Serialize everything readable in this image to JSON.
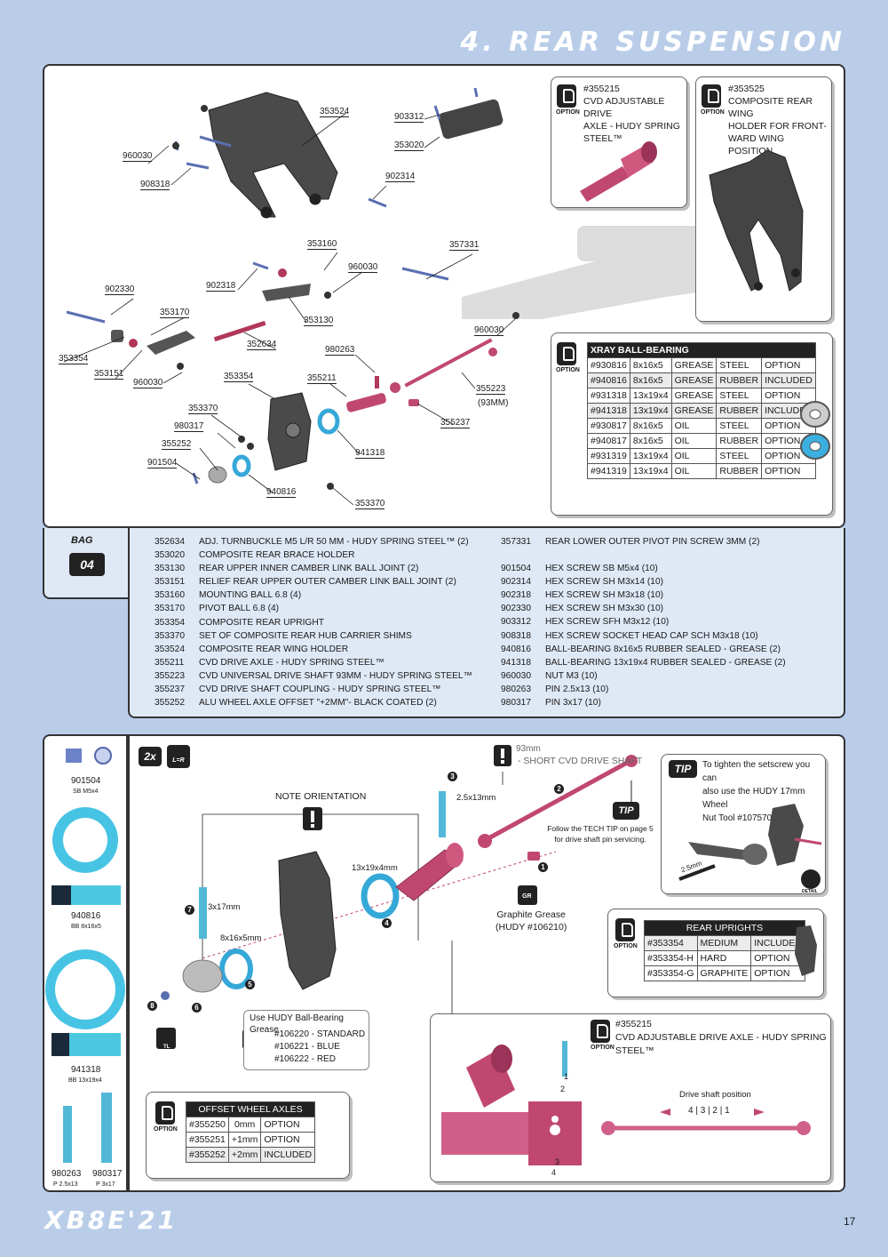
{
  "header": {
    "title": "4. REAR SUSPENSION"
  },
  "diagram_labels": {
    "l353524": "353524",
    "l903312": "903312",
    "l353020": "353020",
    "l960030a": "960030",
    "l908318": "908318",
    "l902314": "902314",
    "l353160": "353160",
    "l357331": "357331",
    "l960030b": "960030",
    "l902318": "902318",
    "l902330": "902330",
    "l353170": "353170",
    "l353130": "353130",
    "l960030c": "960030",
    "l352634": "352634",
    "l353354a": "353354",
    "l980263": "980263",
    "l353151": "353151",
    "l960030d": "960030",
    "l353354b": "353354",
    "l355211": "355211",
    "l355223": "355223",
    "l93mm": "(93MM)",
    "l353370a": "353370",
    "l355237": "355237",
    "l980317": "980317",
    "l355252": "355252",
    "l941318": "941318",
    "l901504": "901504",
    "l940816": "940816",
    "l353370b": "353370"
  },
  "option_355215": {
    "code": "#355215",
    "desc": [
      "CVD ADJUSTABLE DRIVE",
      "AXLE  - HUDY SPRING",
      "STEEL™"
    ],
    "tag": "OPTION"
  },
  "option_353525": {
    "code": "#353525",
    "desc": [
      "COMPOSITE REAR WING",
      "HOLDER FOR FRONT-",
      "WARD WING POSITION"
    ],
    "tag": "OPTION"
  },
  "bearing_table": {
    "tag": "OPTION",
    "title": "XRAY BALL-BEARING",
    "rows": [
      [
        "#930816",
        "8x16x5",
        "GREASE",
        "STEEL",
        "OPTION"
      ],
      [
        "#940816",
        "8x16x5",
        "GREASE",
        "RUBBER",
        "INCLUDED"
      ],
      [
        "#931318",
        "13x19x4",
        "GREASE",
        "STEEL",
        "OPTION"
      ],
      [
        "#941318",
        "13x19x4",
        "GREASE",
        "RUBBER",
        "INCLUDED"
      ],
      [
        "#930817",
        "8x16x5",
        "OIL",
        "STEEL",
        "OPTION"
      ],
      [
        "#940817",
        "8x16x5",
        "OIL",
        "RUBBER",
        "OPTION"
      ],
      [
        "#931319",
        "13x19x4",
        "OIL",
        "STEEL",
        "OPTION"
      ],
      [
        "#941319",
        "13x19x4",
        "OIL",
        "RUBBER",
        "OPTION"
      ]
    ]
  },
  "bag": {
    "label": "BAG",
    "number": "04"
  },
  "parts_left": [
    [
      "352634",
      "ADJ. TURNBUCKLE M5 L/R 50 MM - HUDY SPRING STEEL™ (2)"
    ],
    [
      "353020",
      "COMPOSITE REAR BRACE HOLDER"
    ],
    [
      "353130",
      "REAR UPPER INNER CAMBER LINK BALL JOINT (2)"
    ],
    [
      "353151",
      "RELIEF REAR UPPER OUTER CAMBER LINK BALL JOINT (2)"
    ],
    [
      "353160",
      "MOUNTING BALL 6.8 (4)"
    ],
    [
      "353170",
      "PIVOT BALL 6.8 (4)"
    ],
    [
      "353354",
      "COMPOSITE REAR UPRIGHT"
    ],
    [
      "353370",
      "SET OF COMPOSITE REAR HUB CARRIER SHIMS"
    ],
    [
      "353524",
      "COMPOSITE REAR WING HOLDER"
    ],
    [
      "355211",
      "CVD DRIVE AXLE  - HUDY SPRING STEEL™"
    ],
    [
      "355223",
      "CVD UNIVERSAL DRIVE SHAFT 93MM - HUDY SPRING STEEL™"
    ],
    [
      "355237",
      "CVD DRIVE SHAFT COUPLING - HUDY SPRING STEEL™"
    ],
    [
      "355252",
      "ALU WHEEL AXLE OFFSET \"+2MM\"- BLACK COATED (2)"
    ]
  ],
  "parts_right_top": [
    [
      "357331",
      "REAR LOWER OUTER PIVOT PIN SCREW 3MM (2)"
    ]
  ],
  "parts_right": [
    [
      "901504",
      "HEX SCREW  SB M5x4  (10)"
    ],
    [
      "902314",
      "HEX SCREW  SH M3x14  (10)"
    ],
    [
      "902318",
      "HEX SCREW  SH M3x18  (10)"
    ],
    [
      "902330",
      "HEX SCREW  SH M3x30  (10)"
    ],
    [
      "903312",
      "HEX SCREW  SFH M3x12  (10)"
    ],
    [
      "908318",
      "HEX SCREW SOCKET HEAD CAP SCH M3x18  (10)"
    ],
    [
      "940816",
      "BALL-BEARING 8x16x5 RUBBER SEALED - GREASE (2)"
    ],
    [
      "941318",
      "BALL-BEARING 13x19x4 RUBBER SEALED - GREASE (2)"
    ],
    [
      "960030",
      "NUT M3  (10)"
    ],
    [
      "980263",
      "PIN 2.5x13  (10)"
    ],
    [
      "980317",
      "PIN 3x17  (10)"
    ]
  ],
  "sidebar": {
    "p1_code": "901504",
    "p1_desc": "SB M5x4",
    "p2_code": "940816",
    "p2_desc": "BB 8x16x5",
    "p3_code": "941318",
    "p3_desc": "BB 13x19x4",
    "p4_code": "980263",
    "p4_desc": "P 2.5x13",
    "p5_code": "980317",
    "p5_desc": "P 3x17"
  },
  "assembly": {
    "qty": "2x",
    "lr": "L=R",
    "shaft_len": "93mm",
    "short_shaft": "- SHORT CVD DRIVE SHAFT",
    "note": "NOTE ORIENTATION",
    "pin_a": "2.5x13mm",
    "bearing_a": "13x19x4mm",
    "pin_b": "3x17mm",
    "bearing_b": "8x16x5mm",
    "tip_label": "TIP",
    "tip_text": "Follow the TECH TIP on page 5 for drive shaft pin servicing.",
    "grease_tag": "GR",
    "grease_text": [
      "Graphite Grease",
      "(HUDY #106210)"
    ],
    "bb_grease_title": "Use HUDY Ball-Bearing Grease",
    "bb_grease_items": [
      "#106220 - STANDARD",
      "#106221 - BLUE",
      "#106222 - RED"
    ],
    "tl": "TL",
    "steps": [
      "1",
      "2",
      "3",
      "4",
      "5",
      "6",
      "7",
      "8"
    ]
  },
  "tip_box": {
    "label": "TIP",
    "text": [
      "To tighten the setscrew you can",
      "also use the HUDY 17mm Wheel",
      "Nut Tool #107570."
    ],
    "tool": "2.5mm",
    "detail": "DETAIL"
  },
  "uprights_table": {
    "tag": "OPTION",
    "title": "REAR UPRIGHTS",
    "rows": [
      [
        "#353354",
        "MEDIUM",
        "INCLUDED"
      ],
      [
        "#353354-H",
        "HARD",
        "OPTION"
      ],
      [
        "#353354-G",
        "GRAPHITE",
        "OPTION"
      ]
    ]
  },
  "offset_table": {
    "tag": "OPTION",
    "title": "OFFSET WHEEL AXLES",
    "rows": [
      [
        "#355250",
        "0mm",
        "OPTION"
      ],
      [
        "#355251",
        "+1mm",
        "OPTION"
      ],
      [
        "#355252",
        "+2mm",
        "INCLUDED"
      ]
    ]
  },
  "cvd_option": {
    "tag": "OPTION",
    "code": "#355215",
    "desc": "CVD ADJUSTABLE DRIVE AXLE  - HUDY SPRING STEEL™",
    "pos_title": "Drive shaft position",
    "pos_values": "4 | 3 | 2 | 1",
    "n1": "1",
    "n2": "2",
    "n3": "3",
    "n4": "4"
  },
  "footer": {
    "logo": "XB8E'21",
    "page": "17"
  }
}
